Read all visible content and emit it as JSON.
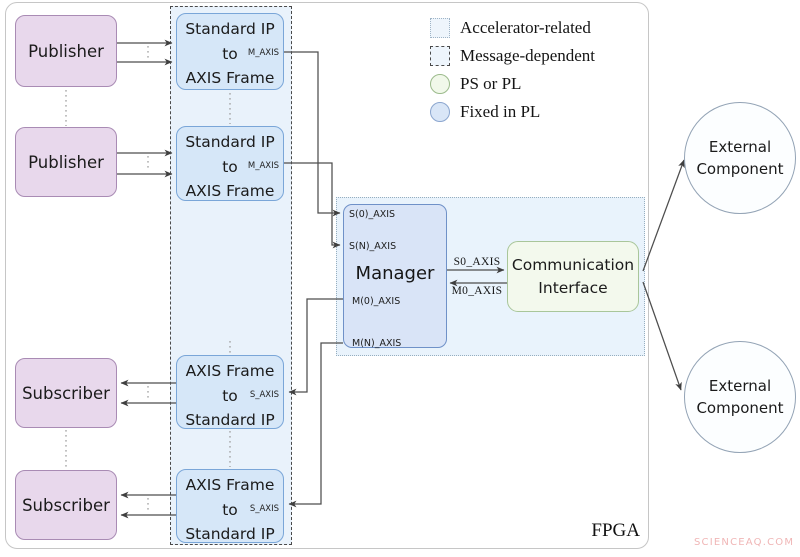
{
  "fpga_label": "FPGA",
  "watermark": "SCIENCEAQ.COM",
  "legend": {
    "items": [
      {
        "swatch": "dotted-square",
        "label": "Accelerator-related"
      },
      {
        "swatch": "dashed-square",
        "label": "Message-dependent"
      },
      {
        "swatch": "green-circle",
        "label": "PS or PL"
      },
      {
        "swatch": "blue-circle",
        "label": "Fixed in PL"
      }
    ]
  },
  "publishers": [
    "Publisher",
    "Publisher"
  ],
  "subscribers": [
    "Subscriber",
    "Subscriber"
  ],
  "ip_boxes": {
    "pub_side": {
      "line1": "Standard IP",
      "line2": "to",
      "port": "M_AXIS",
      "line3": "AXIS Frame"
    },
    "sub_side": {
      "line1": "AXIS Frame",
      "line2": "to",
      "port": "S_AXIS",
      "line3": "Standard IP"
    }
  },
  "manager": {
    "title": "Manager",
    "ports": {
      "s0": "S(0)_AXIS",
      "sn": "S(N)_AXIS",
      "m0": "M(0)_AXIS",
      "mn": "M(N)_AXIS"
    }
  },
  "comm_interface": {
    "line1": "Communication",
    "line2": "Interface"
  },
  "bus_labels": {
    "s0": "S0_AXIS",
    "m0": "M0_AXIS"
  },
  "external_components": [
    {
      "line1": "External",
      "line2": "Component"
    },
    {
      "line1": "External",
      "line2": "Component"
    }
  ],
  "colors": {
    "node_purple_fill": "#e8d8ec",
    "node_purple_border": "#a98bb4",
    "node_blue_fill": "#d6e7f8",
    "node_blue_border": "#7aa6d8",
    "manager_fill": "#d9e4f7",
    "comm_green_fill": "#f3f9ed",
    "comm_green_border": "#a9c69a",
    "region_blue_fill": "#e9f2fb",
    "fpga_border": "#c6c6c6",
    "wire": "#4d4d4d",
    "watermark_pink": "#f0b6b6"
  }
}
